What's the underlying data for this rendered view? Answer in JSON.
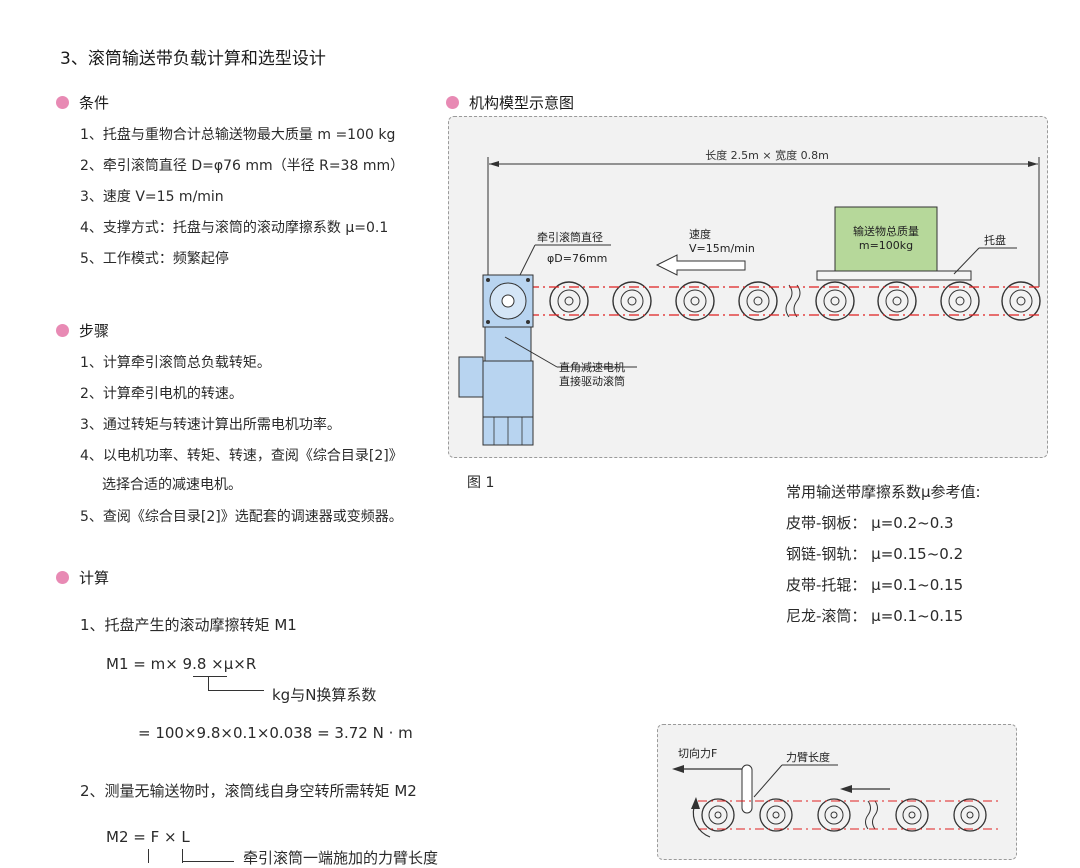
{
  "title": "3、滚筒输送带负载计算和选型设计",
  "conditions": {
    "heading": "条件",
    "items": [
      "1、托盘与重物合计总输送物最大质量 m =100 kg",
      "2、牵引滚筒直径 D=φ76 mm（半径 R=38 mm）",
      "3、速度 V=15 m/min",
      "4、支撑方式：托盘与滚筒的滚动摩擦系数 μ=0.1",
      "5、工作模式：频繁起停"
    ]
  },
  "steps": {
    "heading": "步骤",
    "items": [
      "1、计算牵引滚筒总负载转矩。",
      "2、计算牵引电机的转速。",
      "3、通过转矩与转速计算出所需电机功率。",
      "4、以电机功率、转矩、转速，查阅《综合目录[2]》",
      "选择合适的减速电机。",
      "5、查阅《综合目录[2]》选配套的调速器或变频器。"
    ]
  },
  "calc": {
    "heading": "计算",
    "item1": "1、托盘产生的滚动摩擦转矩 M1",
    "m1_formula": "M1 = m× 9.8 ×μ×R",
    "m1_note": "kg与N换算系数",
    "m1_result": "= 100×9.8×0.1×0.038 = 3.72 N · m",
    "item2": "2、测量无输送物时，滚筒线自身空转所需转矩 M2",
    "m2_formula": "M2 = F × L",
    "m2_note": "牵引滚筒一端施加的力臂长度"
  },
  "diagram": {
    "heading": "机构模型示意图",
    "dimension": "长度 2.5m × 宽度 0.8m",
    "roller_label": "牵引滚筒直径",
    "roller_value": "φD=76mm",
    "speed_label": "速度",
    "speed_value": "V=15m/min",
    "load_label": "输送物总质量",
    "load_value": "m=100kg",
    "pallet_label": "托盘",
    "motor_label_1": "直角减速电机",
    "motor_label_2": "直接驱动滚筒",
    "fig_caption": "图 1"
  },
  "friction_ref": {
    "heading": "常用输送带摩擦系数μ参考值:",
    "items": [
      "皮带-钢板：  μ=0.2~0.3",
      "钢链-钢轨：  μ=0.15~0.2",
      "皮带-托辊：  μ=0.1~0.15",
      "尼龙-滚筒：  μ=0.1~0.15"
    ]
  },
  "diagram2": {
    "force_label": "切向力F",
    "arm_label": "力臂长度"
  },
  "colors": {
    "bullet": "#e88ab4",
    "motor": "#b8d4f0",
    "load_box": "#b6d89a",
    "centerline": "#e02020"
  }
}
